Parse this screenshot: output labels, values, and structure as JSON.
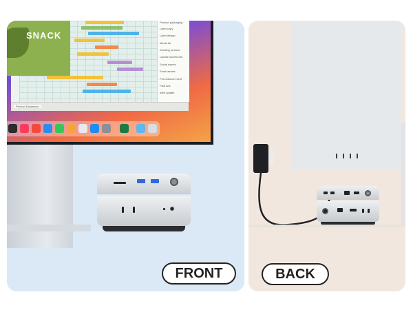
{
  "labels": {
    "front": "FRONT",
    "back": "BACK"
  },
  "screen": {
    "snack_text": "SNACK",
    "task_list": [
      "Product packaging",
      "Label copy",
      "Label design",
      "Media kit",
      "Seeding product",
      "Update storefronts",
      "Social assets",
      "Email assets",
      "Promotional event",
      "Paid ads",
      "Web update"
    ],
    "sheet_tab": "Product Expansion"
  },
  "colors": {
    "front_bg": "#dbe8f5",
    "back_bg": "#f2e7df",
    "label_border": "#222222"
  }
}
